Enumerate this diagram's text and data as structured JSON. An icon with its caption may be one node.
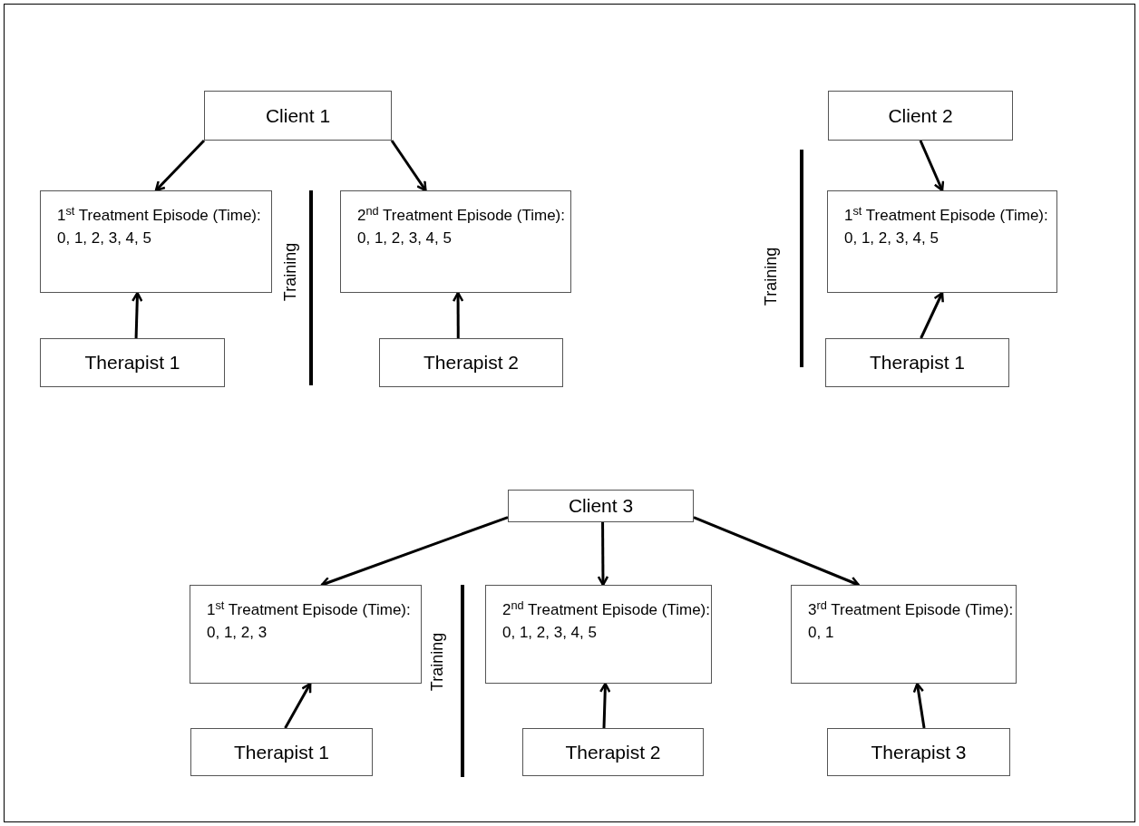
{
  "diagram": {
    "nodes": [
      {
        "text": [
          "Client 1"
        ]
      },
      {
        "text": [
          "1$^{st}$ Treatment Episode (Time):",
          "0, 1, 2, 3, 4, 5"
        ]
      },
      {
        "text": [
          "Therapist 1"
        ]
      },
      {
        "text": [
          "2$^{nd}$ Treatment Episode (Time):",
          "0, 1, 2, 3, 4, 5"
        ]
      },
      {
        "text": [
          "Therapist 2"
        ]
      },
      {
        "text": [
          "Client 2"
        ]
      },
      {
        "text": [
          "1$^{st}$ Treatment Episode (Time):",
          "0, 1, 2, 3, 4, 5"
        ]
      },
      {
        "text": [
          "Therapist 1"
        ]
      },
      {
        "text": [
          "Client 3"
        ]
      },
      {
        "text": [
          "1$^{st}$ Treatment Episode (Time):",
          "0, 1, 2, 3"
        ]
      },
      {
        "text": [
          "Therapist 1"
        ]
      },
      {
        "text": [
          "2$^{nd}$ Treatment Episode (Time):",
          "0, 1, 2, 3, 4, 5"
        ]
      },
      {
        "text": [
          "Therapist 2"
        ]
      },
      {
        "text": [
          "3$^{rd}$ Treatment Episode (Time):",
          "0, 1"
        ]
      },
      {
        "text": [
          "Therapist 3"
        ]
      }
    ],
    "edges": [
      {
        "from": 0,
        "to": 1,
        "arrow": "to"
      },
      {
        "from": 0,
        "to": 3,
        "arrow": "to"
      },
      {
        "from": 2,
        "to": 1,
        "arrow": "to"
      },
      {
        "from": 4,
        "to": 3,
        "arrow": "to"
      },
      {
        "from": 5,
        "to": 6,
        "arrow": "to"
      },
      {
        "from": 7,
        "to": 6,
        "arrow": "to"
      },
      {
        "from": 8,
        "to": 9,
        "arrow": "to"
      },
      {
        "from": 8,
        "to": 11,
        "arrow": "to"
      },
      {
        "from": 8,
        "to": 13,
        "arrow": "to"
      },
      {
        "from": 10,
        "to": 9,
        "arrow": "to"
      },
      {
        "from": 12,
        "to": 11,
        "arrow": "to"
      },
      {
        "from": 14,
        "to": 13,
        "arrow": "to"
      }
    ],
    "labels": [
      "Training",
      "Training",
      "Training"
    ]
  }
}
